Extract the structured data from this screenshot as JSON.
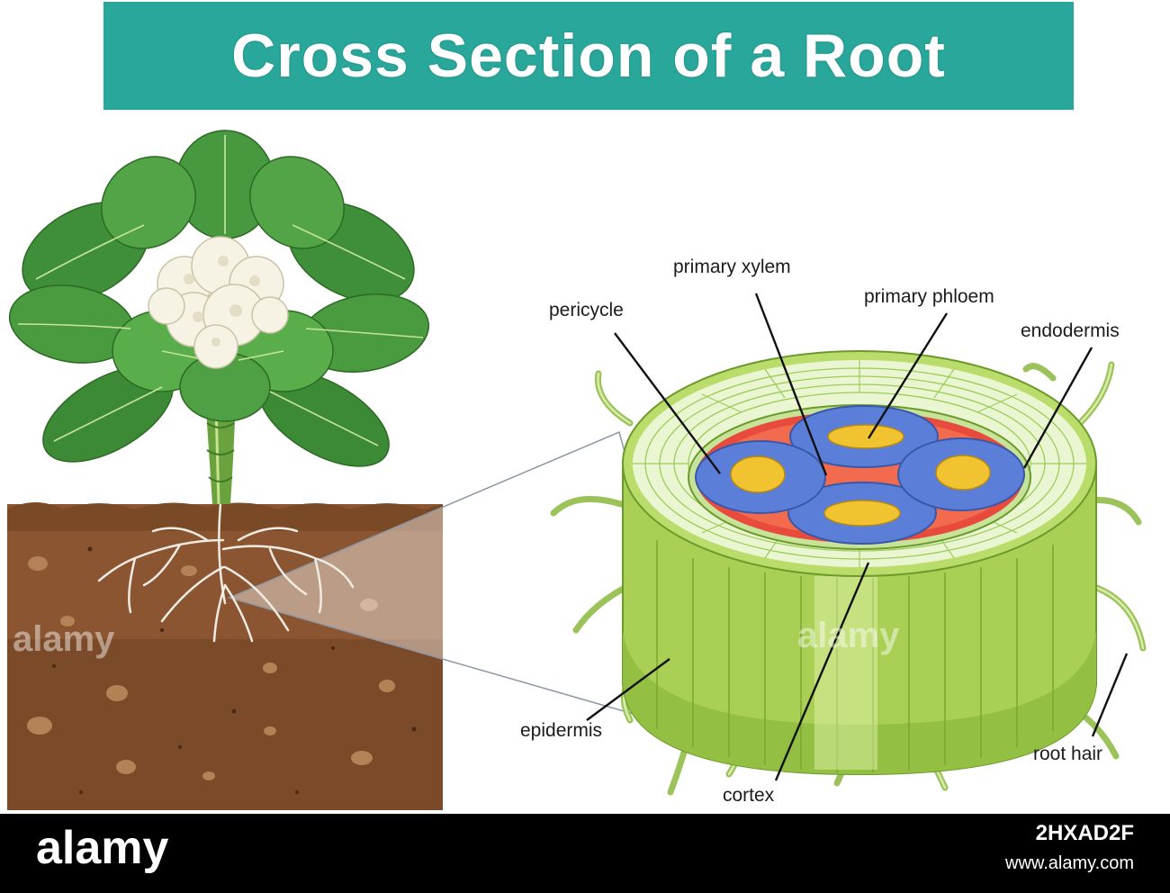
{
  "title": "Cross Section of a Root",
  "labels": {
    "primary_xylem": "primary xylem",
    "primary_phloem": "primary phloem",
    "pericycle": "pericycle",
    "endodermis": "endodermis",
    "epidermis": "epidermis",
    "cortex": "cortex",
    "root_hair": "root hair"
  },
  "footer": {
    "logo": "alamy",
    "image_id": "2HXAD2F",
    "url": "www.alamy.com"
  },
  "watermark": "alamy",
  "colors": {
    "banner": "#2aa79b",
    "soil": "#7a4a2a",
    "leaf": "#3f8f3a",
    "cortex": "#e6f4c9",
    "xylem": "#f2c331",
    "phloem": "#5b7ed8",
    "pericycle": "#e84a3c",
    "epidermis": "#b6d65d"
  }
}
